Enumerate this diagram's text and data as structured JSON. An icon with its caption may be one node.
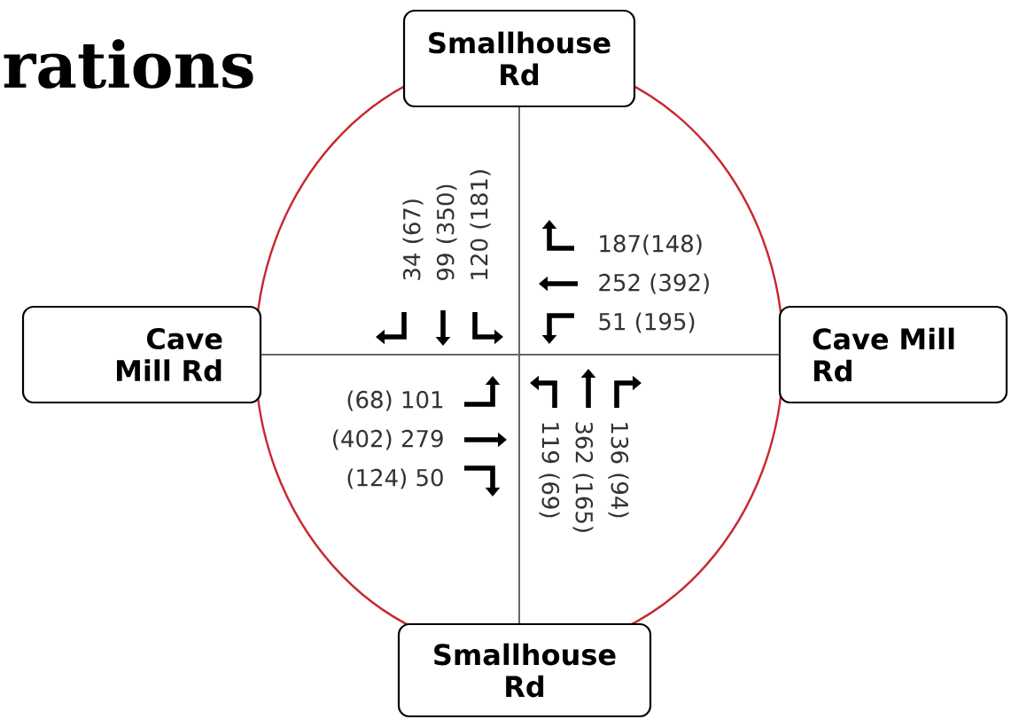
{
  "diagram": {
    "title": "rations",
    "nodes": [
      {
        "text": [
          "Smallhouse Rd"
        ]
      },
      {
        "text": [
          "Cave Mill Rd"
        ]
      },
      {
        "text": [
          "Cave Mill Rd"
        ]
      },
      {
        "text": [
          "Smallhouse Rd"
        ]
      }
    ],
    "edges": [
      {
        "from": 0,
        "to": 3,
        "arrow": "none"
      },
      {
        "from": 1,
        "to": 2,
        "arrow": "none"
      }
    ],
    "labels": [
      "34 (67)",
      "99 (350)",
      "120 (181)",
      "187(148)",
      "252 (392)",
      "51 (195)",
      "(68) 101",
      "(402) 279",
      "(124) 50",
      "119 (69)",
      "362 (165)",
      "136 (94)"
    ]
  }
}
